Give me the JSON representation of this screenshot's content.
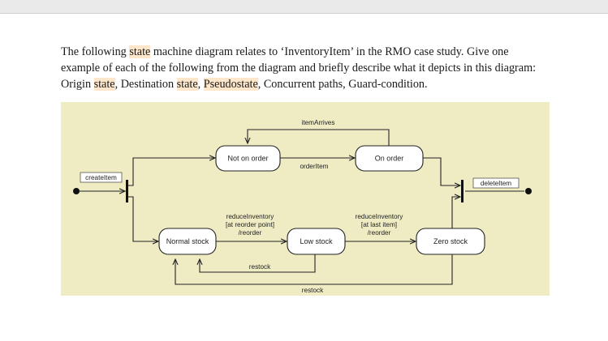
{
  "question": {
    "parts": [
      {
        "text": "The following ",
        "highlight": false
      },
      {
        "text": "state",
        "highlight": true
      },
      {
        "text": " machine diagram relates to ‘InventoryItem’ in the RMO case study. Give one example of each of the following from the diagram and briefly describe what it depicts in this diagram: Origin ",
        "highlight": false
      },
      {
        "text": "state",
        "highlight": true
      },
      {
        "text": ", Destination ",
        "highlight": false
      },
      {
        "text": "state",
        "highlight": true
      },
      {
        "text": ", ",
        "highlight": false
      },
      {
        "text": "Pseudostate",
        "highlight": true
      },
      {
        "text": ", Concurrent paths, Guard-condition.",
        "highlight": false
      }
    ]
  },
  "diagram": {
    "states": {
      "not_on_order": "Not on order",
      "on_order": "On order",
      "normal_stock": "Normal stock",
      "low_stock": "Low stock",
      "zero_stock": "Zero stock"
    },
    "transitions": {
      "item_arrives": "itemArrives",
      "order_item": "orderItem",
      "create_item": "createItem",
      "delete_item": "deleteItem",
      "reduce_inventory_1": [
        "reduceInventory",
        "[at reorder point]",
        "/reorder"
      ],
      "reduce_inventory_2": [
        "reduceInventory",
        "[at last item]",
        "/reorder"
      ],
      "restock_1": "restock",
      "restock_2": "restock"
    }
  }
}
